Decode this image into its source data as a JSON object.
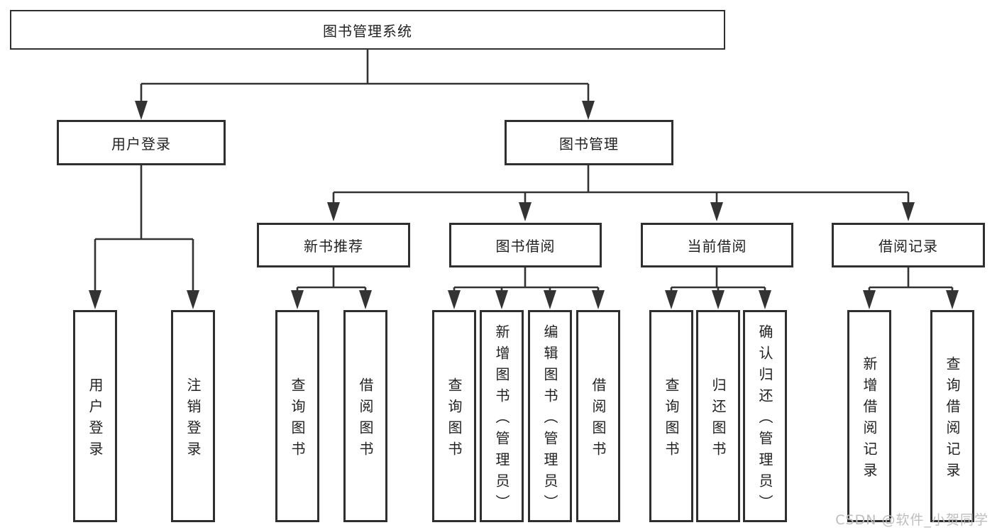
{
  "diagram": {
    "root": {
      "label": "图书管理系统"
    },
    "branches": [
      {
        "label": "用户登录",
        "children": [
          {
            "label": "用户登录"
          },
          {
            "label": "注销登录"
          }
        ]
      },
      {
        "label": "图书管理",
        "children": [
          {
            "label": "新书推荐",
            "children": [
              {
                "label": "查询图书"
              },
              {
                "label": "借阅图书"
              }
            ]
          },
          {
            "label": "图书借阅",
            "children": [
              {
                "label": "查询图书"
              },
              {
                "label": "新增图书（管理员）"
              },
              {
                "label": "编辑图书（管理员）"
              },
              {
                "label": "借阅图书"
              }
            ]
          },
          {
            "label": "当前借阅",
            "children": [
              {
                "label": "查询图书"
              },
              {
                "label": "归还图书"
              },
              {
                "label": "确认归还（管理员）"
              }
            ]
          },
          {
            "label": "借阅记录",
            "children": [
              {
                "label": "新增借阅记录"
              },
              {
                "label": "查询借阅记录"
              }
            ]
          }
        ]
      }
    ]
  },
  "watermark": "CSDN @软件_小贺同学",
  "colors": {
    "line": "#333333",
    "border": "#2f2f2f",
    "text": "#222222",
    "watermark": "#bdbdbd",
    "background": "#ffffff"
  }
}
